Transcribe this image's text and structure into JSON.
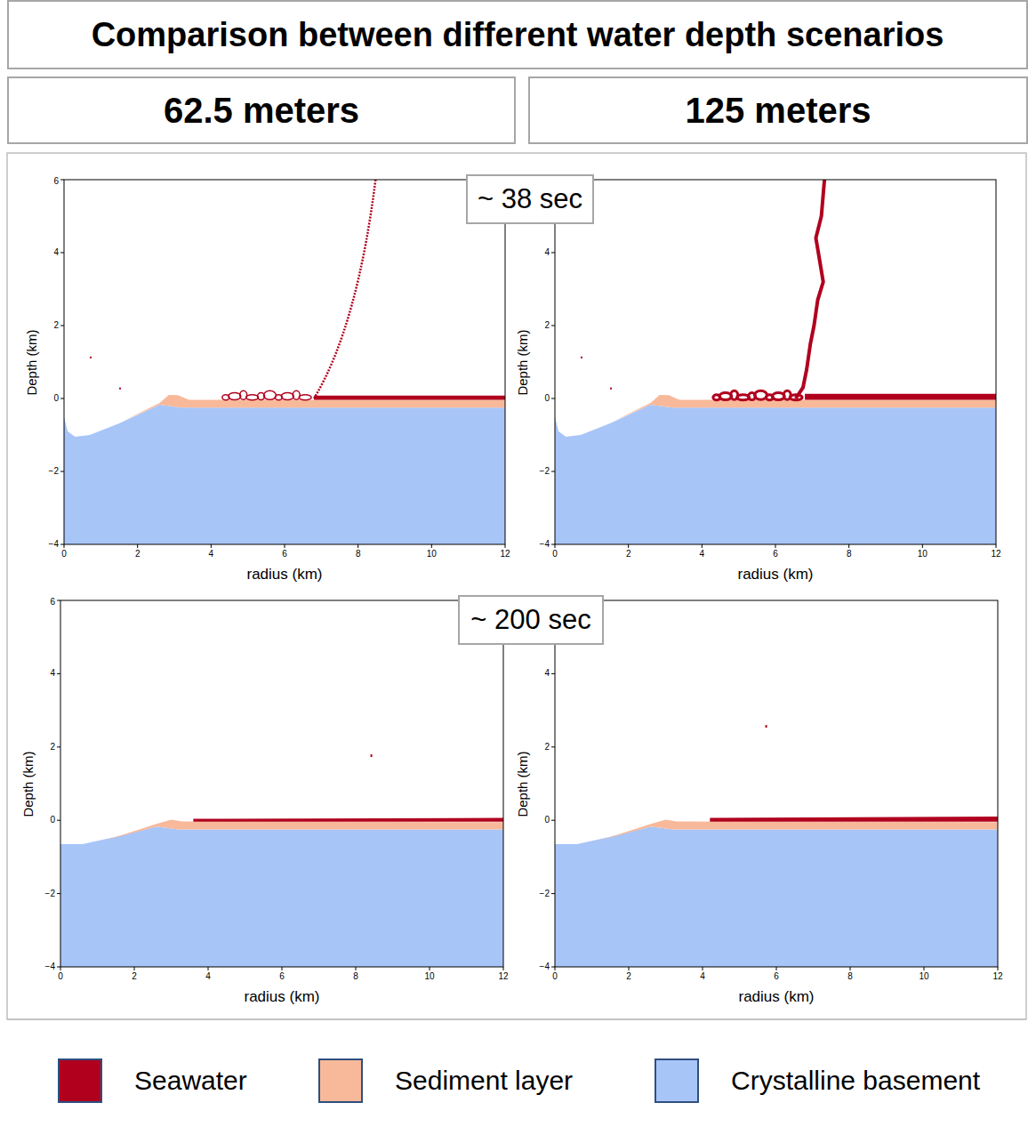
{
  "diagram": {
    "title": "Comparison between different water depth scenarios",
    "nodes": [
      {
        "text": [
          "62.5 meters"
        ]
      },
      {
        "text": [
          "125 meters"
        ]
      },
      {
        "text": [
          "~ 38 sec"
        ]
      },
      {
        "text": [
          "~ 200 sec"
        ]
      }
    ],
    "labels": [
      "Depth (km)",
      "radius (km)",
      "6",
      "4",
      "2",
      "0",
      "−2",
      "−4",
      "0",
      "2",
      "4",
      "6",
      "8",
      "10",
      "12",
      "Depth (km)",
      "radius (km)",
      "4",
      "2",
      "0",
      "−2",
      "−4",
      "0",
      "2",
      "4",
      "6",
      "8",
      "10",
      "12",
      "Depth (km)",
      "radius (km)",
      "6",
      "4",
      "2",
      "0",
      "−2",
      "−4",
      "0",
      "2",
      "4",
      "6",
      "8",
      "10",
      "12",
      "Depth (km)",
      "radius (km)",
      "4",
      "2",
      "0",
      "−2",
      "−4",
      "0",
      "2",
      "4",
      "6",
      "8",
      "10",
      "12"
    ],
    "legend": [
      {
        "text": "Seawater",
        "color": "#b0001e"
      },
      {
        "text": "Sediment layer",
        "color": "#f8b99a"
      },
      {
        "text": "Crystalline basement",
        "color": "#a8c5f8"
      }
    ]
  }
}
